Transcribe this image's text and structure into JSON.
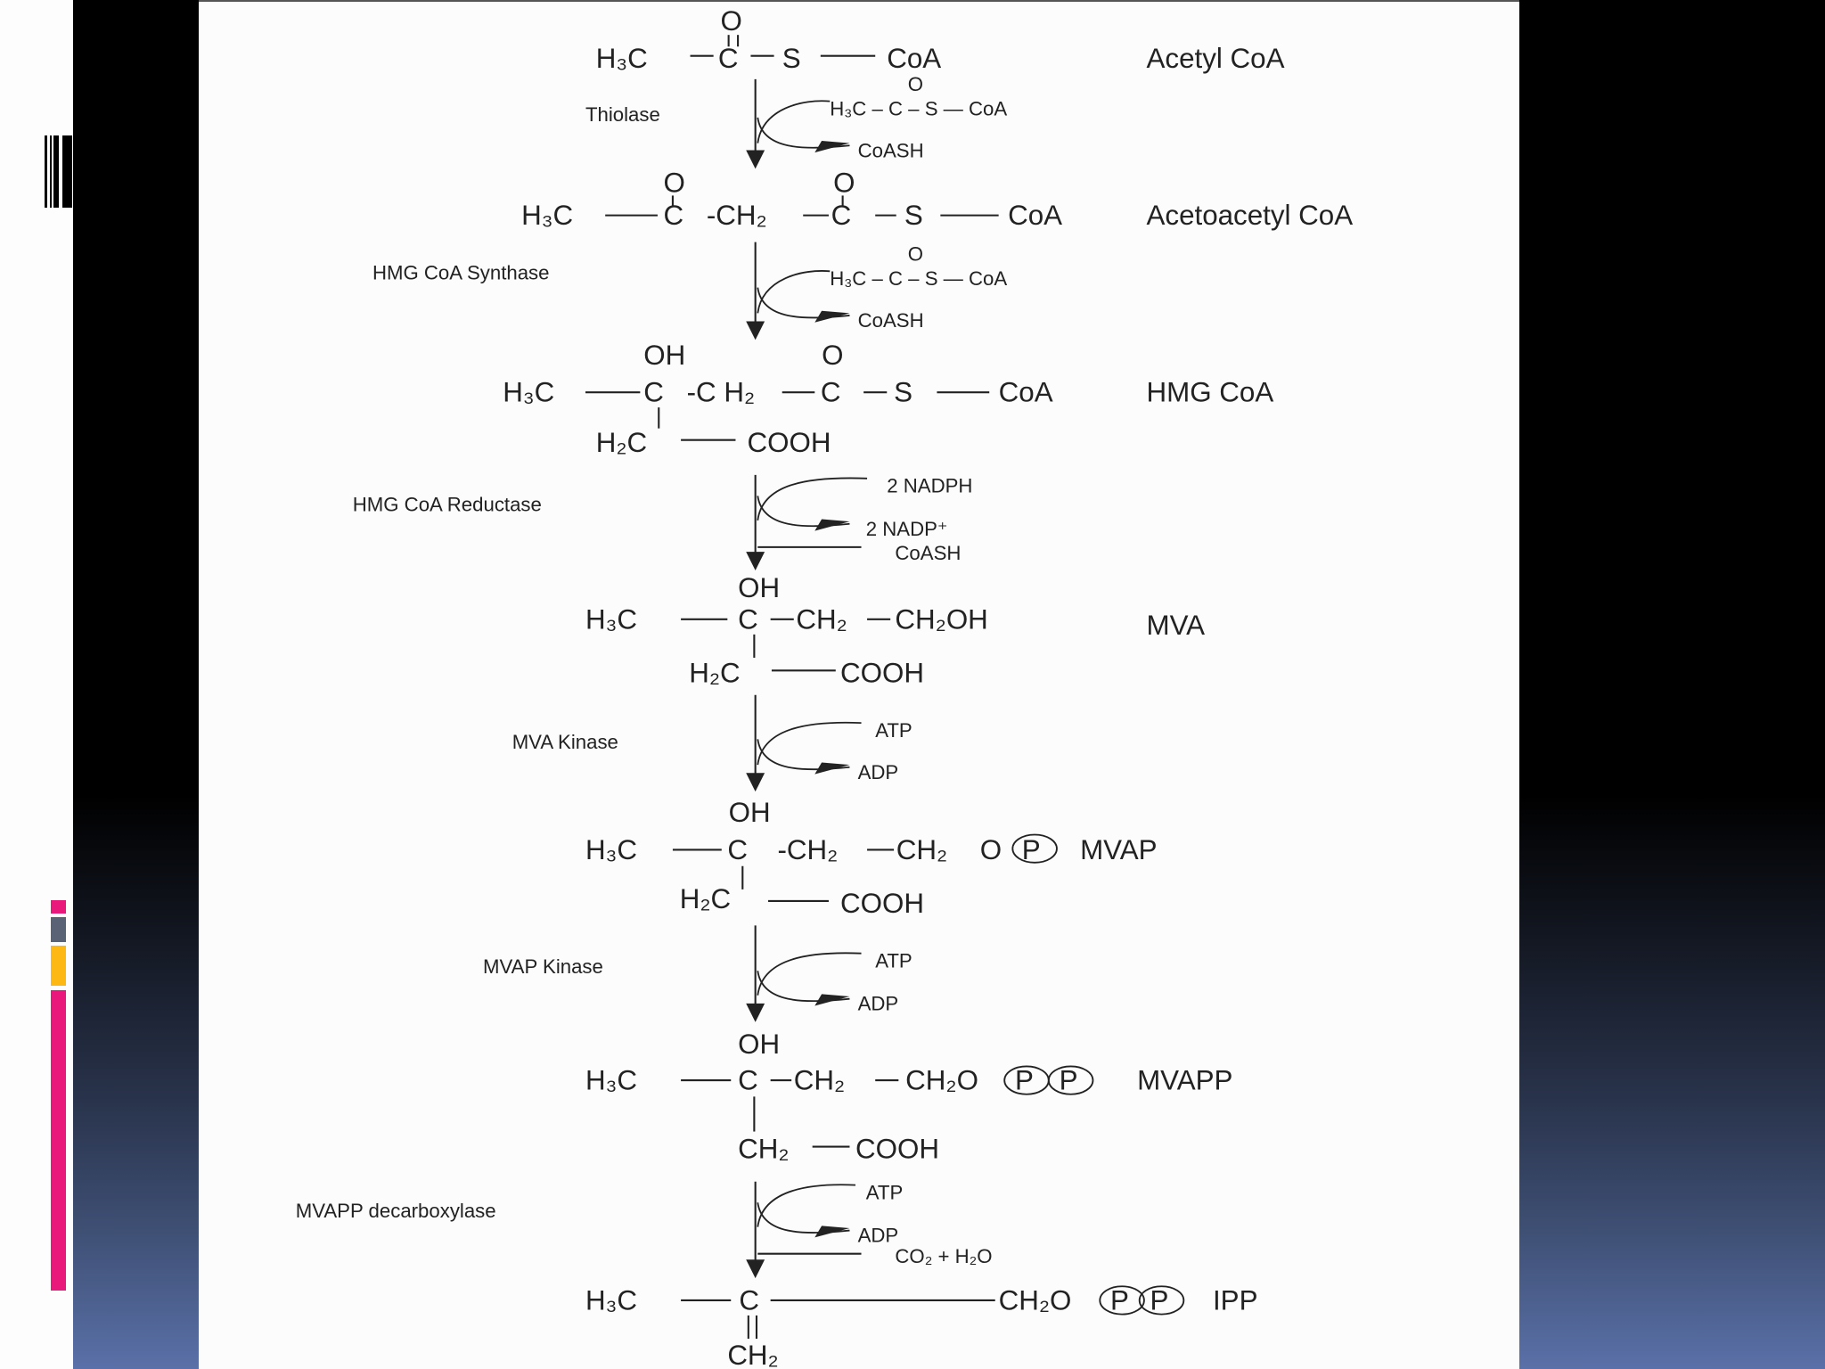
{
  "colors": {
    "accent_pink": "#e8197a",
    "accent_gray": "#5a6275",
    "accent_yellow": "#fdb813",
    "panel_dark": "#000000",
    "panel_blue": "#5a70a8"
  },
  "compounds": [
    {
      "name": "Acetyl CoA",
      "f": {
        "a": "H₃C",
        "b": "C",
        "c": "S",
        "d": "CoA",
        "o1": "O"
      }
    },
    {
      "name": "Acetoacetyl CoA",
      "f": {
        "a": "H₃C",
        "b": "C",
        "c": "-CH₂",
        "d": "C",
        "e": "S",
        "g": "CoA",
        "o1": "O",
        "o2": "O"
      }
    },
    {
      "name": "HMG CoA",
      "f": {
        "a": "H₃C",
        "b": "C",
        "c": "-C H₂",
        "d": "C",
        "e": "S",
        "g": "CoA",
        "oh": "OH",
        "o2": "O",
        "h2c": "H₂C",
        "cooh": "COOH"
      }
    },
    {
      "name": "MVA",
      "f": {
        "a": "H₃C",
        "b": "C",
        "c": "CH₂",
        "d": "CH₂OH",
        "oh": "OH",
        "h2c": "H₂C",
        "cooh": "COOH"
      }
    },
    {
      "name": "MVAP",
      "f": {
        "a": "H₃C",
        "b": "C",
        "c": "-CH₂",
        "d": "CH₂",
        "o": "O",
        "p1": "P",
        "oh": "OH",
        "h2c": "H₂C",
        "cooh": "COOH"
      }
    },
    {
      "name": "MVAPP",
      "f": {
        "a": "H₃C",
        "b": "C",
        "c": "CH₂",
        "d": "CH₂O",
        "p1": "P",
        "p2": "P",
        "oh": "OH",
        "h2c": "CH₂",
        "cooh": "COOH"
      }
    },
    {
      "name": "IPP",
      "f": {
        "a": "H₃C",
        "b": "C",
        "d": "CH₂O",
        "p1": "P",
        "p2": "P",
        "ch2": "CH₂"
      }
    }
  ],
  "steps": [
    {
      "enzyme": "Thiolase",
      "in": "H₃C – C – S — CoA",
      "in_o": "O",
      "out": "CoASH"
    },
    {
      "enzyme": "HMG CoA Synthase",
      "in": "H₃C – C – S — CoA",
      "in_o": "O",
      "out": "CoASH"
    },
    {
      "enzyme": "HMG CoA Reductase",
      "in": "2 NADPH",
      "out": "2 NADP⁺",
      "out2": "CoASH"
    },
    {
      "enzyme": "MVA Kinase",
      "in": "ATP",
      "out": "ADP"
    },
    {
      "enzyme": "MVAP Kinase",
      "in": "ATP",
      "out": "ADP"
    },
    {
      "enzyme": "MVAPP decarboxylase",
      "in": "ATP",
      "out": "ADP",
      "out2": "CO₂ + H₂O"
    }
  ]
}
